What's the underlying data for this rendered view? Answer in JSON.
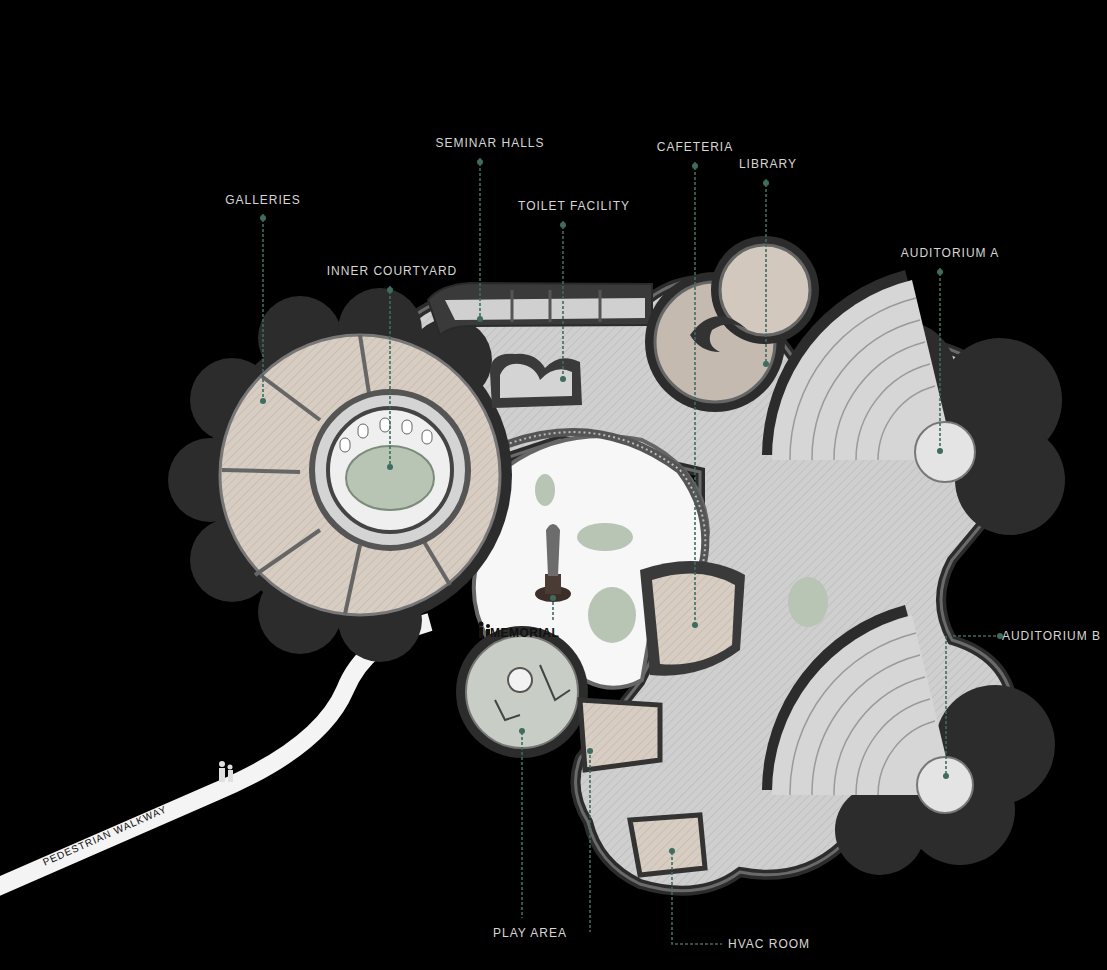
{
  "diagram": {
    "labels": [
      "GALLERIES",
      "SEMINAR HALLS",
      "INNER COURTYARD",
      "TOILET FACILITY",
      "CAFETERIA",
      "LIBRARY",
      "AUDITORIUM A",
      "MEMORIAL",
      "AUDITORIUM B",
      "PLAY AREA",
      "HVAC ROOM",
      "PEDESTRIAN WALKWAY"
    ]
  }
}
